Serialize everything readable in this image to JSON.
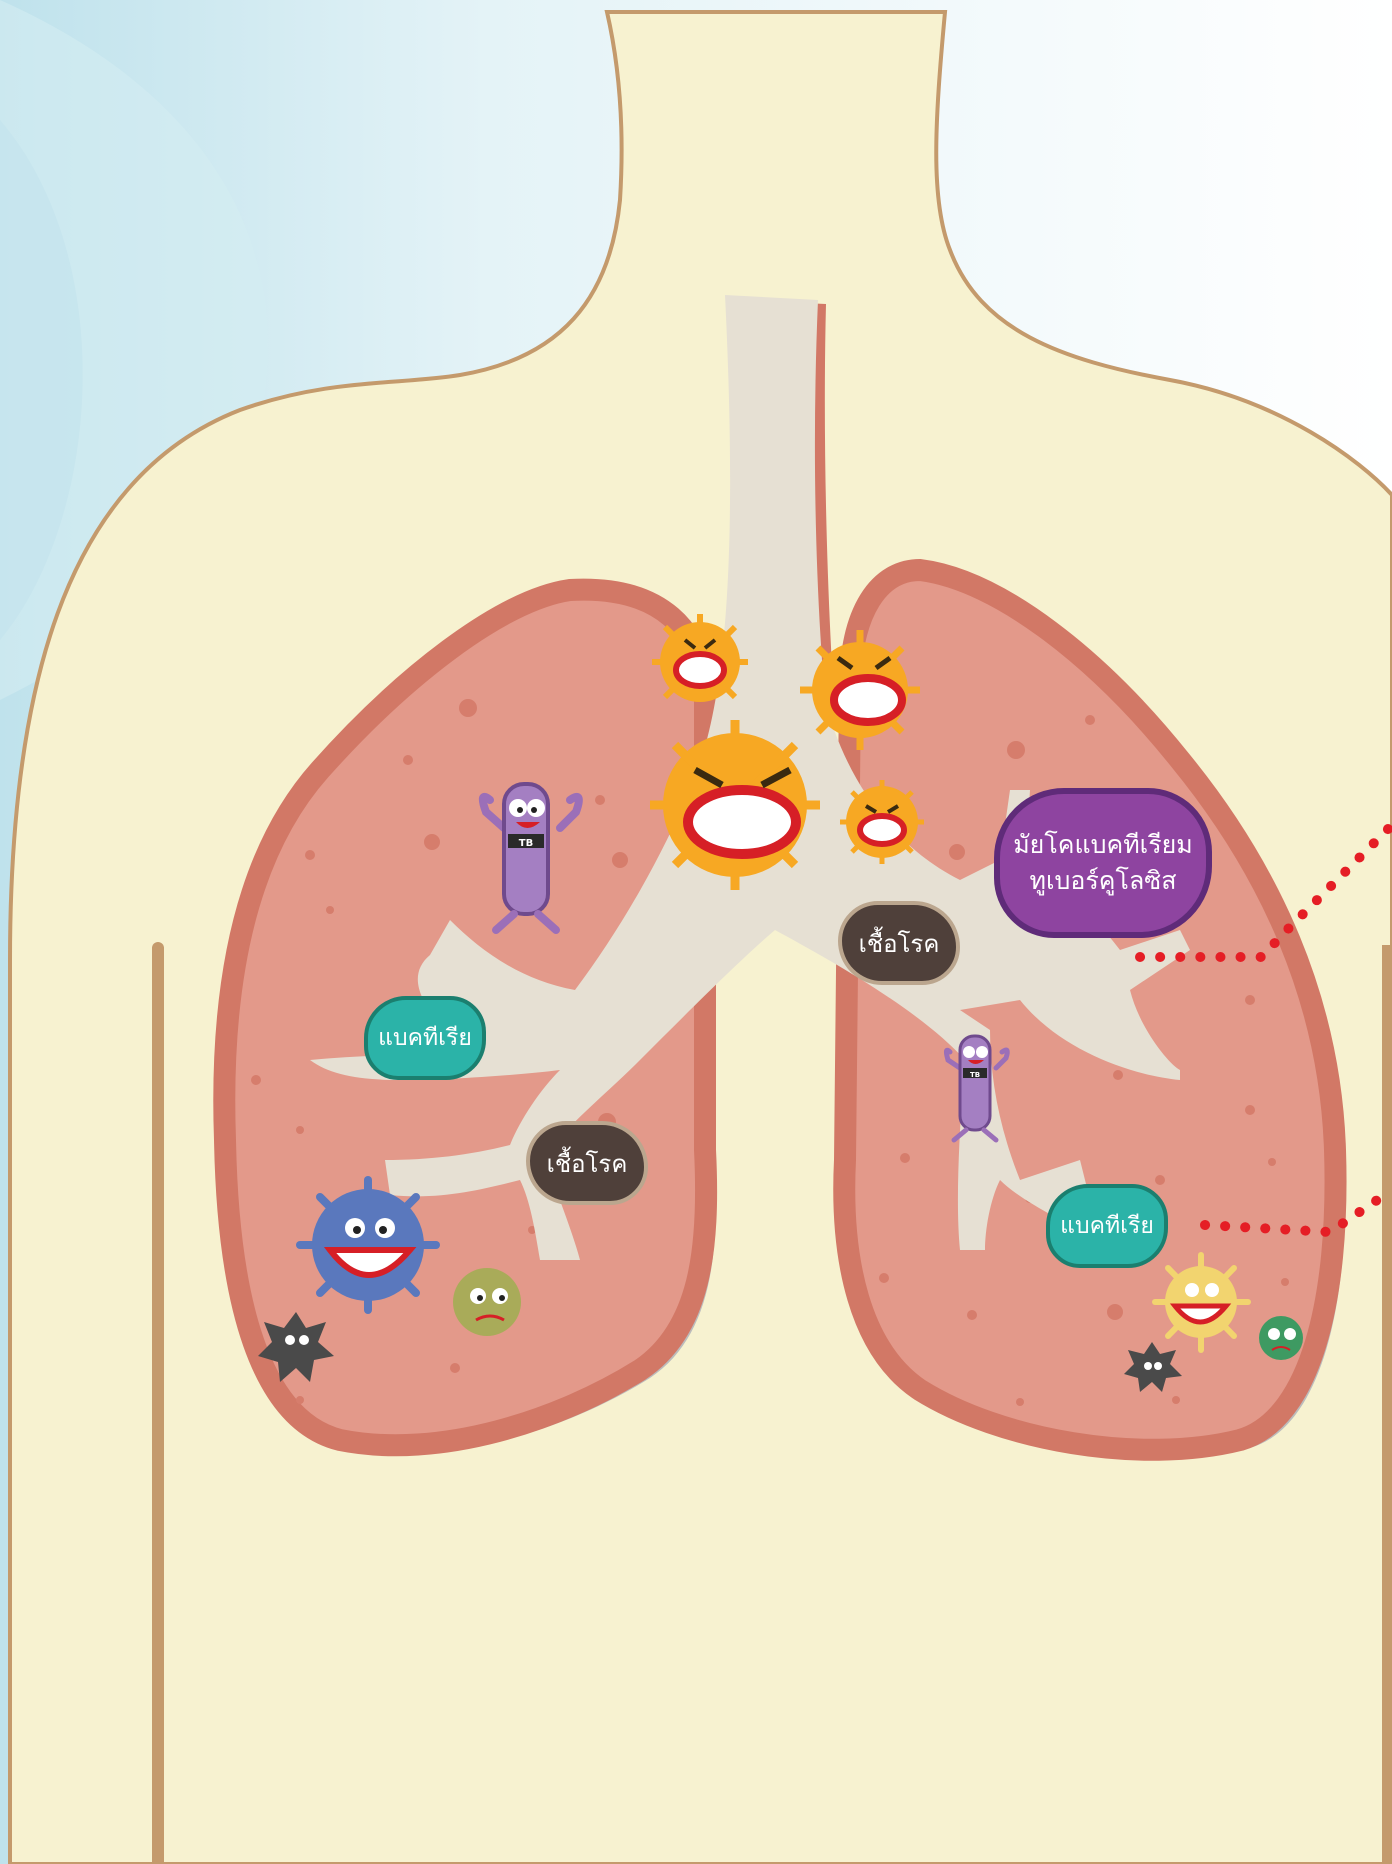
{
  "labels": {
    "mycobacterium_line1": "มัยโคแบคทีเรียม",
    "mycobacterium_line2": "ทูเบอร์คูโลซิส",
    "pathogen_right": "เชื้อโรค",
    "pathogen_left": "เชื้อโรค",
    "bacteria_left": "แบคทีเรีย",
    "bacteria_right": "แบคทีเรีย",
    "tb_badge_large": "TB",
    "tb_badge_small": "TB"
  },
  "colors": {
    "background_wave": "#cfe9f0",
    "body_skin": "#f7f2d0",
    "body_outline": "#c49a6c",
    "lung_fill": "#e3998a",
    "lung_outline": "#d27866",
    "airway": "#e6e0d3",
    "dotted_line": "#e51e25",
    "teal_label": "#2bb3a8",
    "brown_label": "#4f403a",
    "purple_label": "#8e44a0"
  },
  "icons": [
    "tb-bacillus-character",
    "angry-orange-germ",
    "blue-virus-germ",
    "olive-germ",
    "dark-spiky-germ",
    "yellow-germ",
    "green-germ"
  ]
}
